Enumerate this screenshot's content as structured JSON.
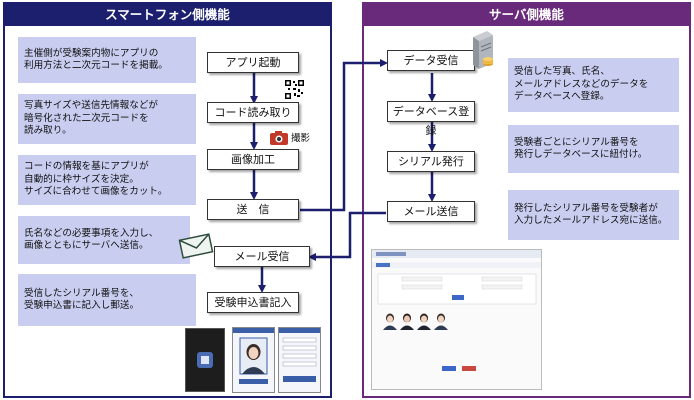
{
  "left_panel": {
    "title": "スマートフォン側機能",
    "notes": [
      "主催側が受験案内物にアプリの\n利用方法と二次元コードを掲載。",
      "写真サイズや送信先情報などが\n暗号化された二次元コードを\n読み取り。",
      "コードの情報を基にアプリが\n自動的に枠サイズを決定。\nサイズに合わせて画像をカット。",
      "氏名などの必要事項を入力し、\n画像とともにサーバへ送信。",
      "受信したシリアル番号を、\n受験申込書に記入し郵送。"
    ],
    "steps": [
      "アプリ起動",
      "コード読み取り",
      "画像加工",
      "送　信",
      "メール受信",
      "受験申込書記入"
    ],
    "camera_label": "撮影"
  },
  "right_panel": {
    "title": "サーバ側機能",
    "notes": [
      "受信した写真、氏名、\nメールアドレスなどのデータを\nデータベースへ登録。",
      "受験者ごとにシリアル番号を\n発行しデータベースに紐付け。",
      "発行したシリアル番号を受験者が\n入力したメールアドレス宛に送信。"
    ],
    "steps": [
      "データ受信",
      "データベース登録",
      "シリアル発行",
      "メール送信"
    ]
  },
  "colors": {
    "left_header": "#1b1f6e",
    "right_header": "#6a2a7c",
    "note_bg": "#c9cdf0",
    "arrow": "#1b1f6e"
  }
}
